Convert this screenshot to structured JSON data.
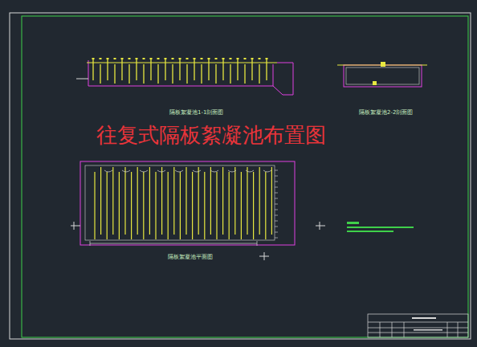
{
  "diagram": {
    "title": "往复式隔板絮凝池布置图",
    "labels": [
      "隔板絮凝池1-1剖面图",
      "隔板絮凝池2-2剖面图",
      "隔板絮凝池平面图"
    ]
  }
}
